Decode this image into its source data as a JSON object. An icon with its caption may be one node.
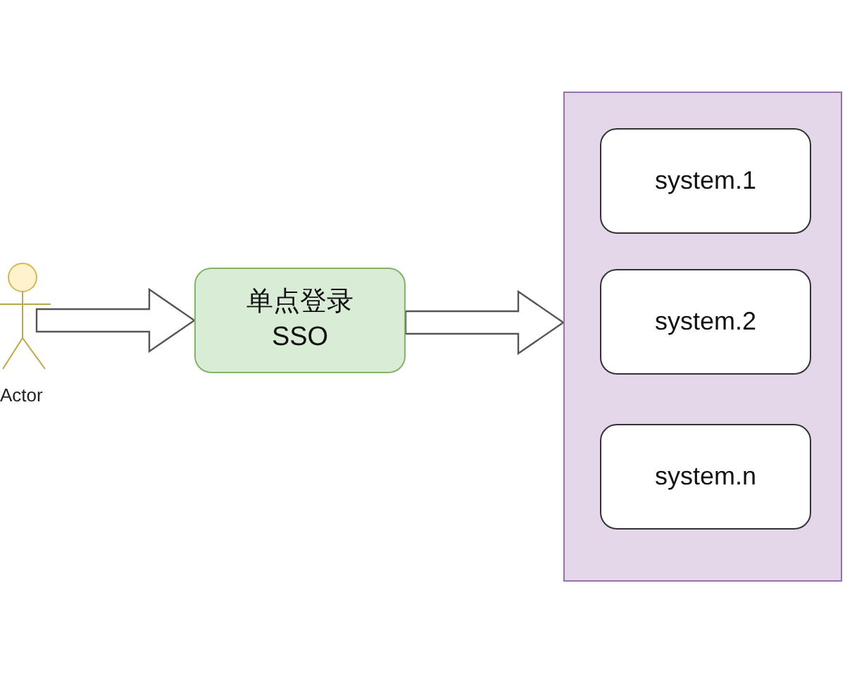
{
  "diagram": {
    "nodes": [
      {
        "text": [
          "Actor"
        ]
      },
      {
        "text": [
          "单点登录 SSO"
        ]
      },
      {
        "text": [],
        "shape": "box"
      },
      {
        "text": [
          "system.1"
        ],
        "in": 2
      },
      {
        "text": [
          "system.2"
        ],
        "in": 2
      },
      {
        "text": [
          "system.n"
        ],
        "in": 2
      }
    ],
    "edges": [
      {
        "from": 0,
        "to": 1,
        "arrow": "to"
      },
      {
        "from": 1,
        "to": 2,
        "arrow": "to"
      }
    ]
  }
}
